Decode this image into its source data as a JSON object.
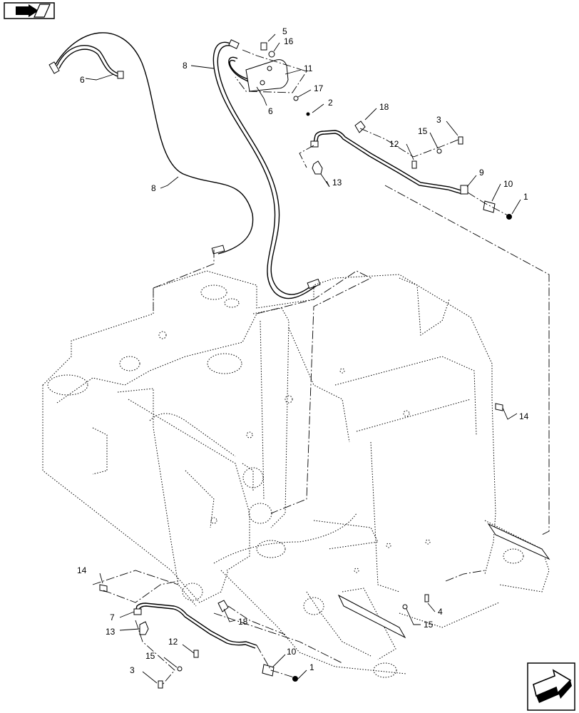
{
  "diagram": {
    "callouts": [
      {
        "id": "c5",
        "label": "5"
      },
      {
        "id": "c16",
        "label": "16"
      },
      {
        "id": "c8a",
        "label": "8"
      },
      {
        "id": "c11",
        "label": "11"
      },
      {
        "id": "c6a",
        "label": "6"
      },
      {
        "id": "c6b",
        "label": "6"
      },
      {
        "id": "c17",
        "label": "17"
      },
      {
        "id": "c2",
        "label": "2"
      },
      {
        "id": "c18a",
        "label": "18"
      },
      {
        "id": "c3a",
        "label": "3"
      },
      {
        "id": "c15a",
        "label": "15"
      },
      {
        "id": "c12a",
        "label": "12"
      },
      {
        "id": "c9",
        "label": "9"
      },
      {
        "id": "c10a",
        "label": "10"
      },
      {
        "id": "c1a",
        "label": "1"
      },
      {
        "id": "c13a",
        "label": "13"
      },
      {
        "id": "c8b",
        "label": "8"
      },
      {
        "id": "c14a",
        "label": "14"
      },
      {
        "id": "c14b",
        "label": "14"
      },
      {
        "id": "c7",
        "label": "7"
      },
      {
        "id": "c13b",
        "label": "13"
      },
      {
        "id": "c18b",
        "label": "18"
      },
      {
        "id": "c4",
        "label": "4"
      },
      {
        "id": "c15b",
        "label": "15"
      },
      {
        "id": "c12b",
        "label": "12"
      },
      {
        "id": "c10b",
        "label": "10"
      },
      {
        "id": "c15c",
        "label": "15"
      },
      {
        "id": "c3b",
        "label": "3"
      },
      {
        "id": "c1b",
        "label": "1"
      }
    ],
    "icons": {
      "top_left": "book-arrow-icon",
      "bottom_right": "next-page-arrow-icon"
    }
  }
}
